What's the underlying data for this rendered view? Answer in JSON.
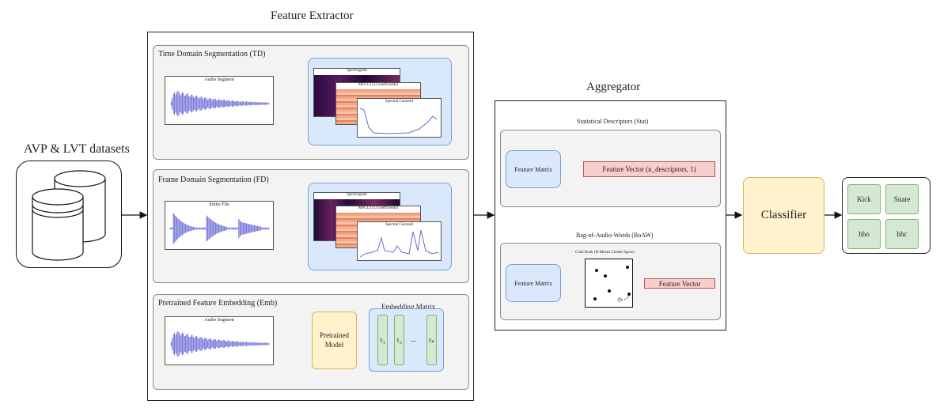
{
  "datasets": {
    "label": "AVP & LVT datasets"
  },
  "extractor": {
    "title": "Feature Extractor",
    "td": {
      "title": "Time Domain Segmentation (TD)",
      "waveform_label": "Audio Segment",
      "panels": [
        "Spectrogram",
        "MFCCs (12 coefficients)",
        "Spectral Centroid"
      ]
    },
    "fd": {
      "title": "Frame Domain Segmentation (FD)",
      "waveform_label": "Entire File",
      "panels": [
        "Spectrogram",
        "MFCCs (12 coefficients)",
        "Spectral Centroid"
      ]
    },
    "emb": {
      "title": "Pretrained Feature Embedding (Emb)",
      "waveform_label": "Audio Segment",
      "model_label": "Pretrained Model",
      "matrix_title": "Embedding Matrix",
      "tau_labels": [
        "τ₁",
        "τ₂",
        "τₙ"
      ],
      "ellipsis": "..."
    }
  },
  "aggregator": {
    "title": "Aggregator",
    "stat": {
      "title": "Statistical Descriptors (Stat)",
      "matrix_label": "Feature Matrix",
      "vector_label": "Feature Vector  (n_descriptors, 1)"
    },
    "boaw": {
      "title": "Bag-of-Audio-Words (BoAW)",
      "matrix_label": "Feature Matrix",
      "codebook_label": "Code Book (K-Means Cluster Space)",
      "vector_label": "Feature Vector"
    }
  },
  "classifier": {
    "label": "Classifier"
  },
  "classes": [
    "Kick",
    "Snare",
    "hho",
    "hhc"
  ]
}
